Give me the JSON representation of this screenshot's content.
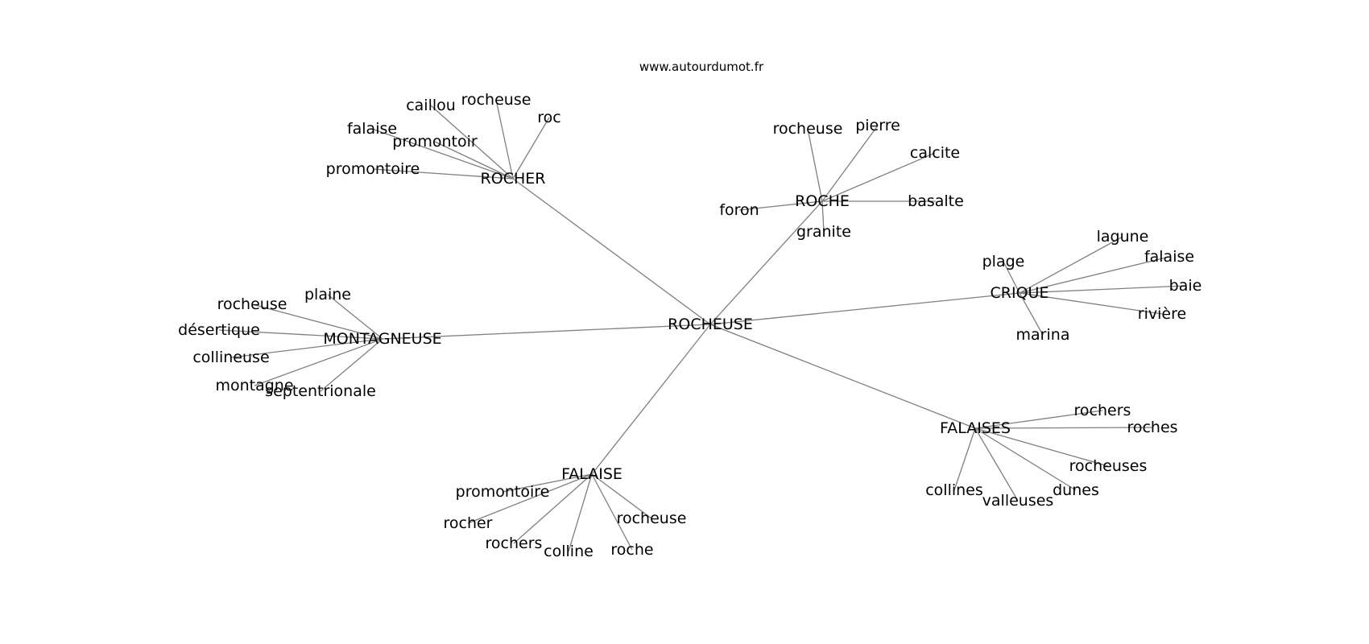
{
  "site": "www.autourdumot.fr",
  "colors": {
    "edge": "#7f7f7f",
    "text": "#000000",
    "background": "#ffffff"
  },
  "graph": {
    "center": "ROCHEUSE",
    "clusters": [
      {
        "hub": "ROCHER",
        "leaves": [
          "caillou",
          "rocheuse",
          "roc",
          "falaise",
          "promontoir",
          "promontoire"
        ]
      },
      {
        "hub": "ROCHE",
        "leaves": [
          "rocheuse",
          "pierre",
          "calcite",
          "basalte",
          "foron",
          "granite"
        ]
      },
      {
        "hub": "CRIQUE",
        "leaves": [
          "plage",
          "lagune",
          "falaise",
          "baie",
          "rivière",
          "marina"
        ]
      },
      {
        "hub": "MONTAGNEUSE",
        "leaves": [
          "plaine",
          "rocheuse",
          "désertique",
          "collineuse",
          "montagne",
          "septentrionale"
        ]
      },
      {
        "hub": "FALAISES",
        "leaves": [
          "rochers",
          "roches",
          "rocheuses",
          "dunes",
          "valleuses",
          "collines"
        ]
      },
      {
        "hub": "FALAISE",
        "leaves": [
          "promontoire",
          "rocher",
          "rochers",
          "colline",
          "roche",
          "rocheuse"
        ]
      }
    ]
  }
}
